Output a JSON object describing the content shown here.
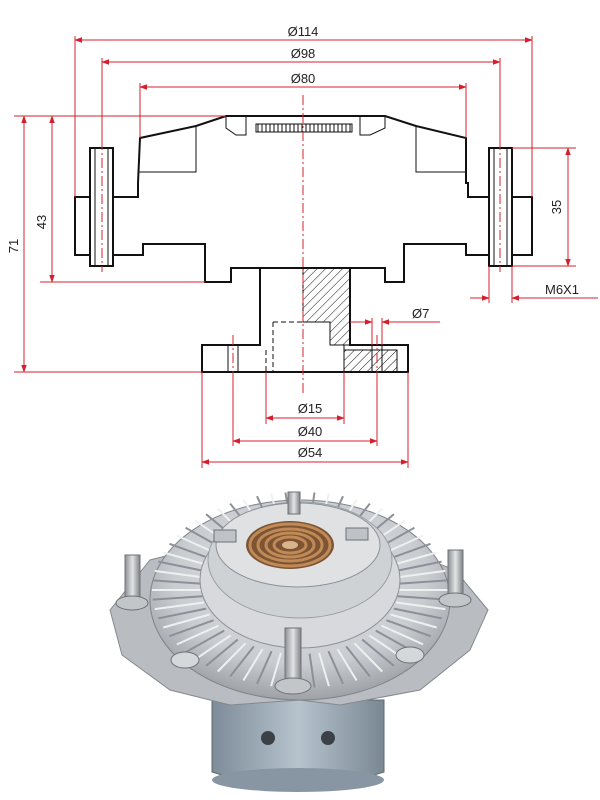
{
  "drawing": {
    "dimensions": {
      "overall_diameter": "Ø114",
      "stud_circle_diameter": "Ø98",
      "body_diameter": "Ø80",
      "total_height": "71",
      "body_height": "43",
      "stud_length": "35",
      "stud_thread": "M6X1",
      "bolt_hole_diameter": "Ø7",
      "bore_diameter": "Ø15",
      "bolt_circle_diameter": "Ø40",
      "flange_diameter": "Ø54"
    },
    "colors": {
      "dimension_line": "#d4202c",
      "outline": "#111111"
    }
  },
  "photo": {
    "subject": "fan-clutch",
    "colors": {
      "aluminum": "#c9ccd0",
      "steel_flange": "#9aa8b4",
      "spring": "#b07a48"
    }
  }
}
